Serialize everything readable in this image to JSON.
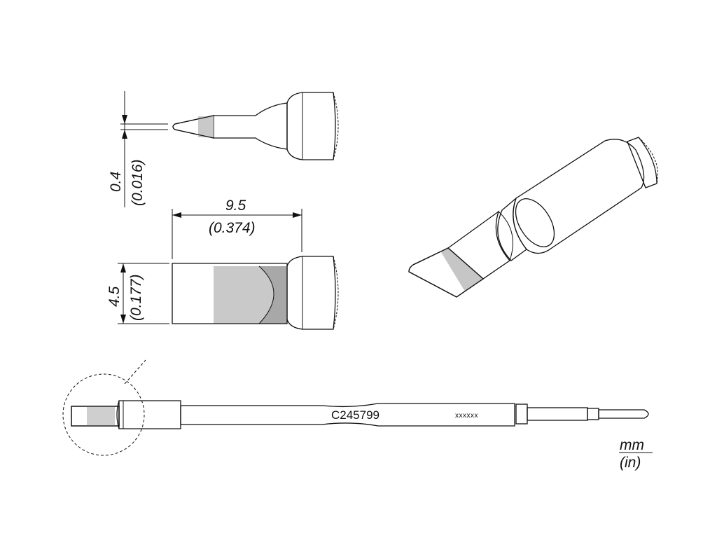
{
  "dimensions": {
    "tip_thickness_mm": "0.4",
    "tip_thickness_in": "(0.016)",
    "blade_length_mm": "9.5",
    "blade_length_in": "(0.374)",
    "blade_width_mm": "4.5",
    "blade_width_in": "(0.177)"
  },
  "cartridge": {
    "part_number": "C245799",
    "lot_code": "xxxxxx"
  },
  "units": {
    "primary": "mm",
    "secondary": "(in)"
  },
  "colors": {
    "body_gray": "#8c8c8c",
    "light_gray": "#d9d9d9",
    "outline": "#111111"
  }
}
